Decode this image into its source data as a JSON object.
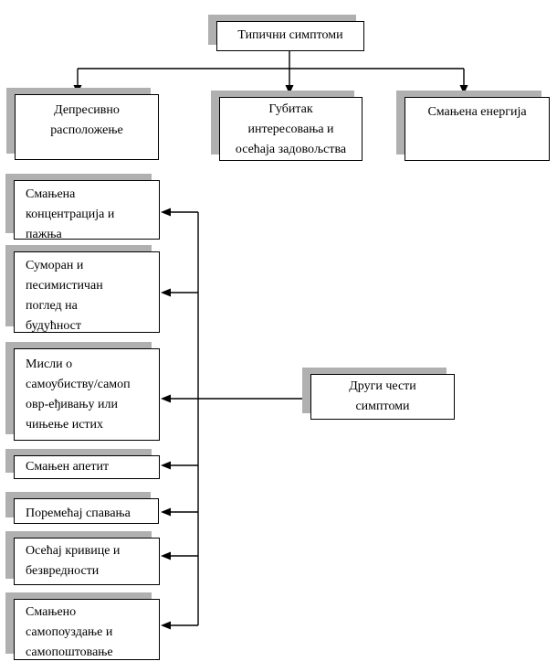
{
  "diagram": {
    "title_box": {
      "label": "Типични симптоми"
    },
    "typical_symptoms": [
      {
        "label": "Депресивно\nрасположење"
      },
      {
        "label": "Губитак\nинтересовања и\nосећаја задовољства"
      },
      {
        "label": "Смањена енергија"
      }
    ],
    "other_source_box": {
      "label": "Други чести\nсимптоми"
    },
    "other_symptoms": [
      {
        "label": "Смањена\nконцентрација и\nпажња"
      },
      {
        "label": "Суморан и\nпесимистичан\nпоглед на\nбудућност"
      },
      {
        "label": "Мисли о\nсамоубиству/самоп\nовр-еђивању или\nчињење истих"
      },
      {
        "label": "Смањен апетит"
      },
      {
        "label": "Поремећај спавања"
      },
      {
        "label": "Осећај кривице и\nбезвредности"
      },
      {
        "label": "Смањено\nсамопоуздање и\nсамопоштовање"
      }
    ]
  },
  "colors": {
    "shadow": "#b0b0b0",
    "border": "#000000",
    "line": "#000000",
    "box_bg": "#ffffff",
    "page_bg": "#ffffff"
  }
}
